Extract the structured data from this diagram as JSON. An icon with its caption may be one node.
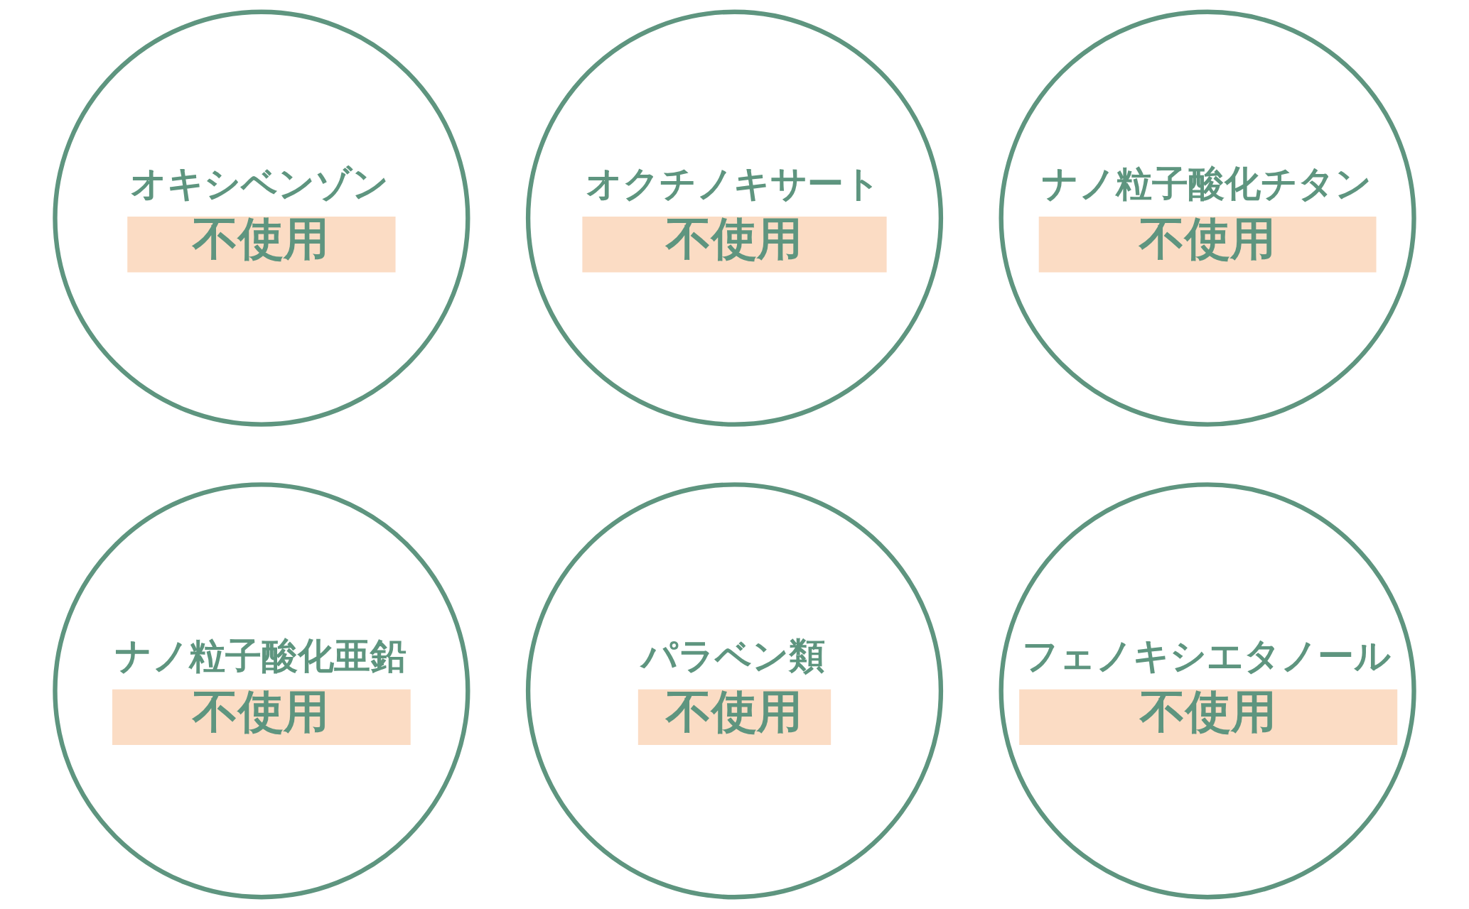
{
  "diagram": {
    "nodes": [
      {
        "text": [
          "オキシベンゾン",
          "不使用"
        ]
      },
      {
        "text": [
          "オクチノキサート",
          "不使用"
        ]
      },
      {
        "text": [
          "ナノ粒子酸化チタン",
          "不使用"
        ]
      },
      {
        "text": [
          "ナノ粒子酸化亜鉛",
          "不使用"
        ]
      },
      {
        "text": [
          "パラベン類",
          "不使用"
        ]
      },
      {
        "text": [
          "フェノキシエタノール",
          "不使用"
        ]
      }
    ],
    "edges": []
  }
}
